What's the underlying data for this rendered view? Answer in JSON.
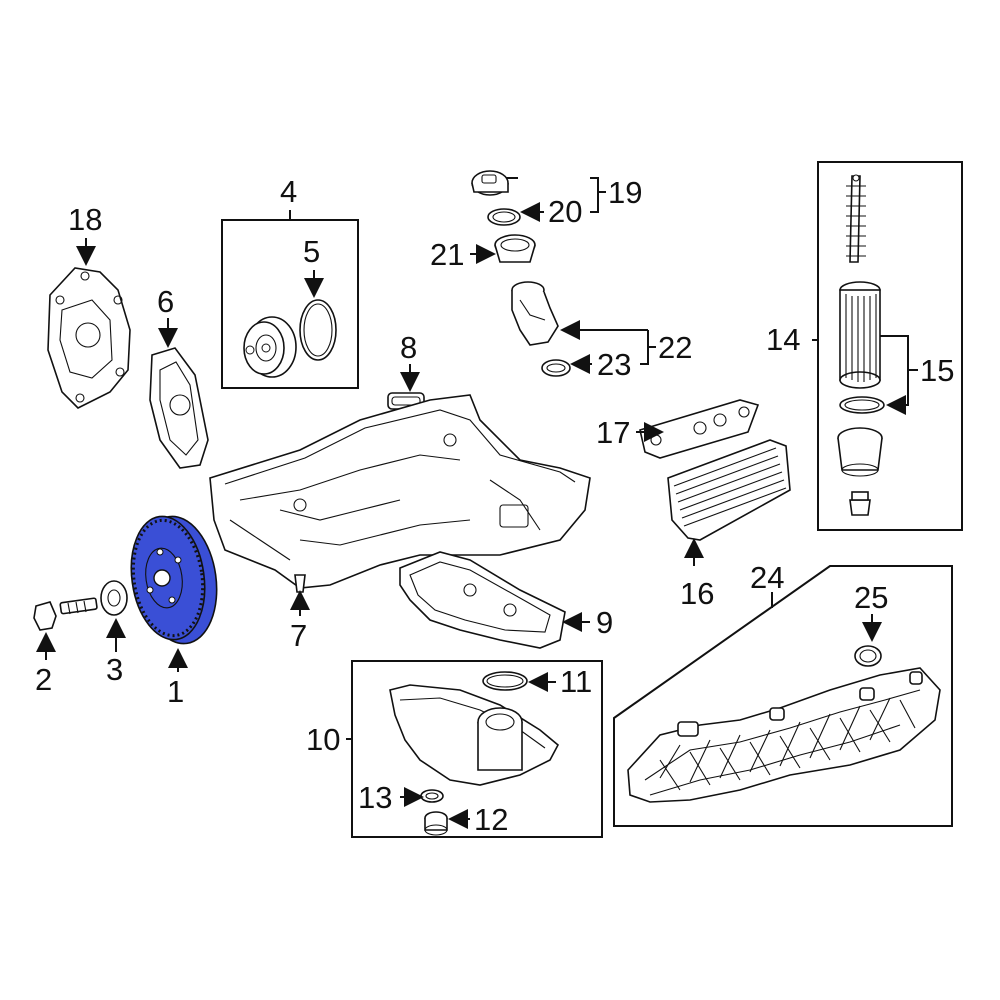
{
  "highlight_color": "#3a4fd6",
  "callouts": {
    "c1": "1",
    "c2": "2",
    "c3": "3",
    "c4": "4",
    "c5": "5",
    "c6": "6",
    "c7": "7",
    "c8": "8",
    "c9": "9",
    "c10": "10",
    "c11": "11",
    "c12": "12",
    "c13": "13",
    "c14": "14",
    "c15": "15",
    "c16": "16",
    "c17": "17",
    "c18": "18",
    "c19": "19",
    "c20": "20",
    "c21": "21",
    "c22": "22",
    "c23": "23",
    "c24": "24",
    "c25": "25"
  }
}
